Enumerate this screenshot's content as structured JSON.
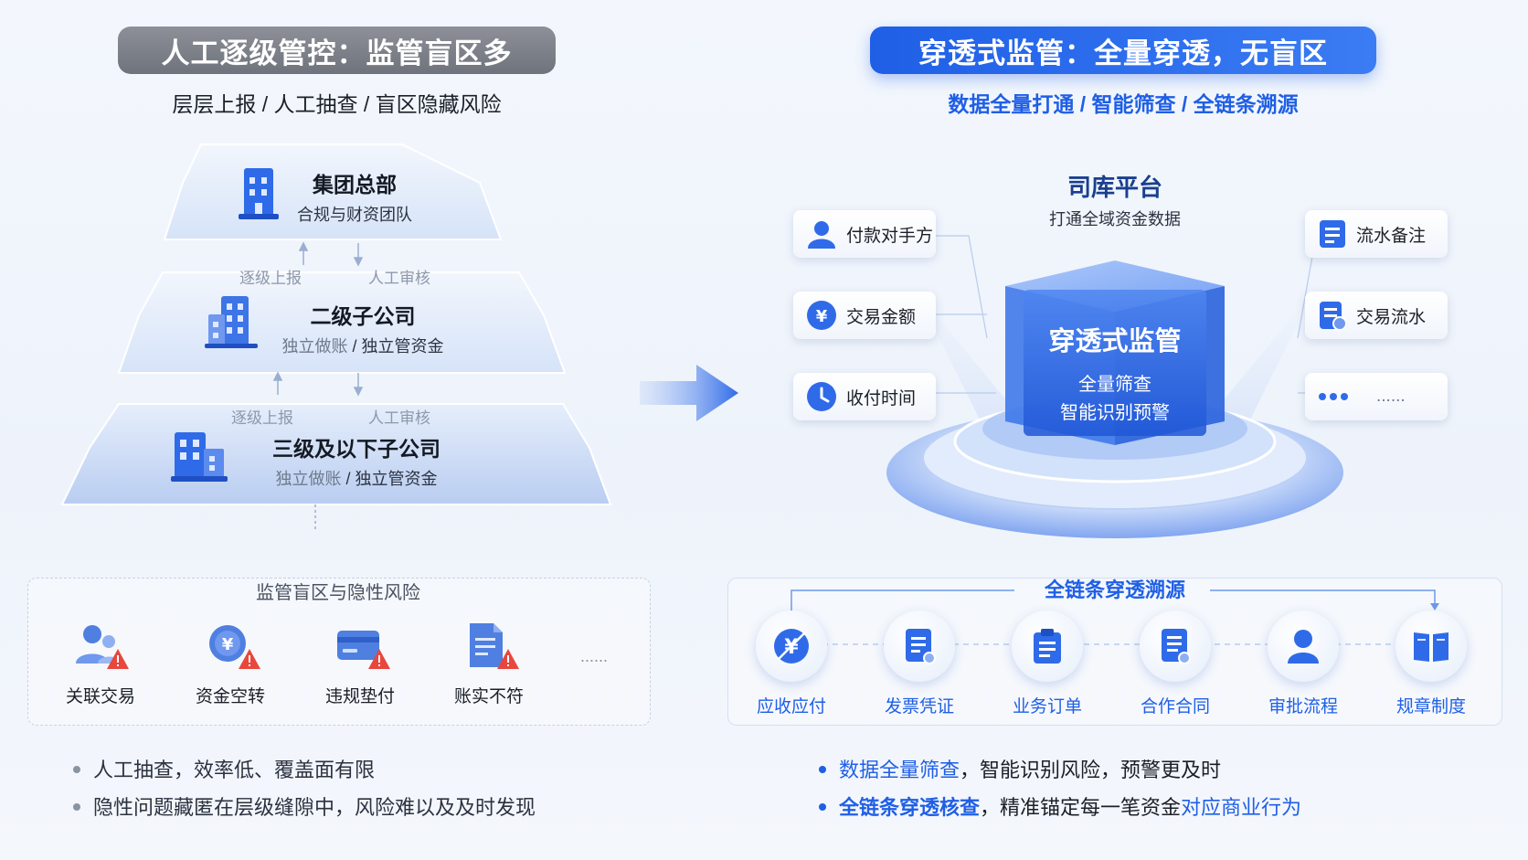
{
  "left": {
    "header": "人工逐级管控：监管盲区多",
    "subtitle": "层层上报 / 人工抽查 / 盲区隐藏风险",
    "tiers": [
      {
        "title": "集团总部",
        "desc": "合规与财资团队"
      },
      {
        "title": "二级子公司",
        "desc_muted": "独立做账",
        "desc_sep": " / ",
        "desc_main": "独立管资金"
      },
      {
        "title": "三级及以下子公司",
        "desc_muted": "独立做账",
        "desc_sep": " / ",
        "desc_main": "独立管资金"
      }
    ],
    "flows": [
      {
        "up": "逐级上报",
        "down": "人工审核"
      },
      {
        "up": "逐级上报",
        "down": "人工审核"
      }
    ],
    "blind_zone": {
      "title": "监管盲区与隐性风险",
      "items": [
        "关联交易",
        "资金空转",
        "违规垫付",
        "账实不符"
      ],
      "more": "......"
    },
    "bullets": [
      "人工抽查，效率低、覆盖面有限",
      "隐性问题藏匿在层级缝隙中，风险难以及及时发现"
    ]
  },
  "right": {
    "header": "穿透式监管：全量穿透，无盲区",
    "subtitle": "数据全量打通 / 智能筛查 / 全链条溯源",
    "platform": {
      "title": "司库平台",
      "desc": "打通全域资金数据"
    },
    "cube": {
      "title": "穿透式监管",
      "line1": "全量筛查",
      "line2": "智能识别预警"
    },
    "left_cards": [
      "付款对手方",
      "交易金额",
      "收付时间"
    ],
    "right_cards": [
      "流水备注",
      "交易流水",
      "......"
    ],
    "chain": {
      "title": "全链条穿透溯源",
      "nodes": [
        "应收应付",
        "发票凭证",
        "业务订单",
        "合作合同",
        "审批流程",
        "规章制度"
      ]
    },
    "bullets": [
      {
        "hl": "数据全量筛查",
        "rest": "，智能识别风险，预警更及时"
      },
      {
        "hl": "全链条穿透核查",
        "rest": "，精准锚定每一笔资金",
        "hl2": "对应商业行为"
      }
    ]
  },
  "colors": {
    "accent": "#1f5fe6",
    "gray_pill": "#7b7f88",
    "warning": "#e8473d"
  }
}
